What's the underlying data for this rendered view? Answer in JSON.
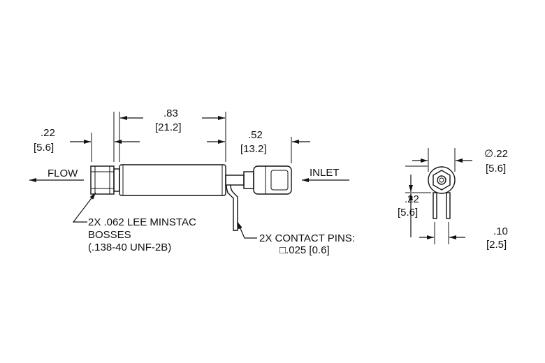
{
  "dimensions": {
    "boss_length": {
      "in": ".22",
      "mm": "[5.6]"
    },
    "body_length": {
      "in": ".83",
      "mm": "[21.2]"
    },
    "connector_length": {
      "in": ".52",
      "mm": "[13.2]"
    },
    "end_height": {
      "in": ".22",
      "mm": "[5.6]"
    },
    "end_diameter": {
      "in": "∅.22",
      "mm": "[5.6]"
    },
    "pin_spacing": {
      "in": ".10",
      "mm": "[2.5]"
    }
  },
  "labels": {
    "flow": "FLOW",
    "inlet": "INLET",
    "bosses_line1": "2X .062 LEE MINSTAC",
    "bosses_line2": "BOSSES",
    "bosses_line3": "(.138-40 UNF-2B)",
    "pins_line1": "2X CONTACT PINS:",
    "pins_line2": "□.025 [0.6]"
  }
}
